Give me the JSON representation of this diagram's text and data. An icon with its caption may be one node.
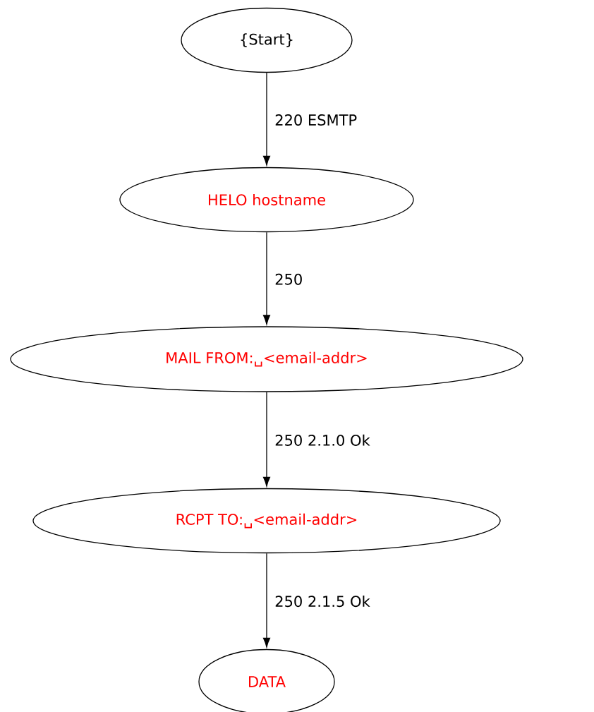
{
  "diagram": {
    "nodes": [
      {
        "text": [
          "{Start}"
        ]
      },
      {
        "text": [
          "HELO hostname"
        ]
      },
      {
        "text": [
          "MAIL FROM:␣<email-addr>"
        ]
      },
      {
        "text": [
          "RCPT TO:␣<email-addr>"
        ]
      },
      {
        "text": [
          "DATA"
        ]
      }
    ],
    "edges": [
      {
        "from": 0,
        "to": 1,
        "arrow": "to",
        "label": "220 ESMTP"
      },
      {
        "from": 1,
        "to": 2,
        "arrow": "to",
        "label": "250"
      },
      {
        "from": 2,
        "to": 3,
        "arrow": "to",
        "label": "250 2.1.0 Ok"
      },
      {
        "from": 3,
        "to": 4,
        "arrow": "to",
        "label": "250 2.1.5 Ok"
      }
    ]
  }
}
